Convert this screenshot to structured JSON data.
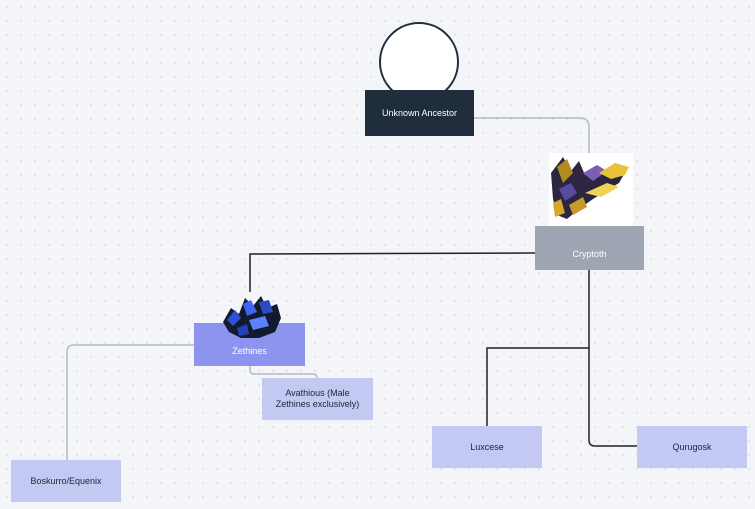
{
  "diagram": {
    "nodes": [
      {
        "id": "unknown-ancestor",
        "label": "Unknown Ancestor",
        "image": "empty-circle"
      },
      {
        "id": "cryptoth",
        "label": "Cryptoth",
        "image": "creature-portrait-yellow-purple"
      },
      {
        "id": "zethines",
        "label": "Zethines",
        "image": "creature-portrait-blue-black"
      },
      {
        "id": "avathious",
        "label": "Avathious (Male Zethines exclusively)"
      },
      {
        "id": "boskurro",
        "label": "Boskurro/Equenix"
      },
      {
        "id": "luxcese",
        "label": "Luxcese"
      },
      {
        "id": "qurugosk",
        "label": "Qurugosk"
      }
    ],
    "edges": [
      {
        "from": "unknown-ancestor",
        "to": "cryptoth"
      },
      {
        "from": "cryptoth",
        "to": "zethines"
      },
      {
        "from": "cryptoth",
        "to": "luxcese"
      },
      {
        "from": "cryptoth",
        "to": "qurugosk"
      },
      {
        "from": "zethines",
        "to": "boskurro"
      },
      {
        "from": "zethines",
        "to": "avathious"
      }
    ]
  },
  "colors": {
    "dark_node": "#1f2d3d",
    "grey_node": "#9ea6b4",
    "purple_node": "#8c94ef",
    "lavender_node": "#c3c9f3"
  }
}
